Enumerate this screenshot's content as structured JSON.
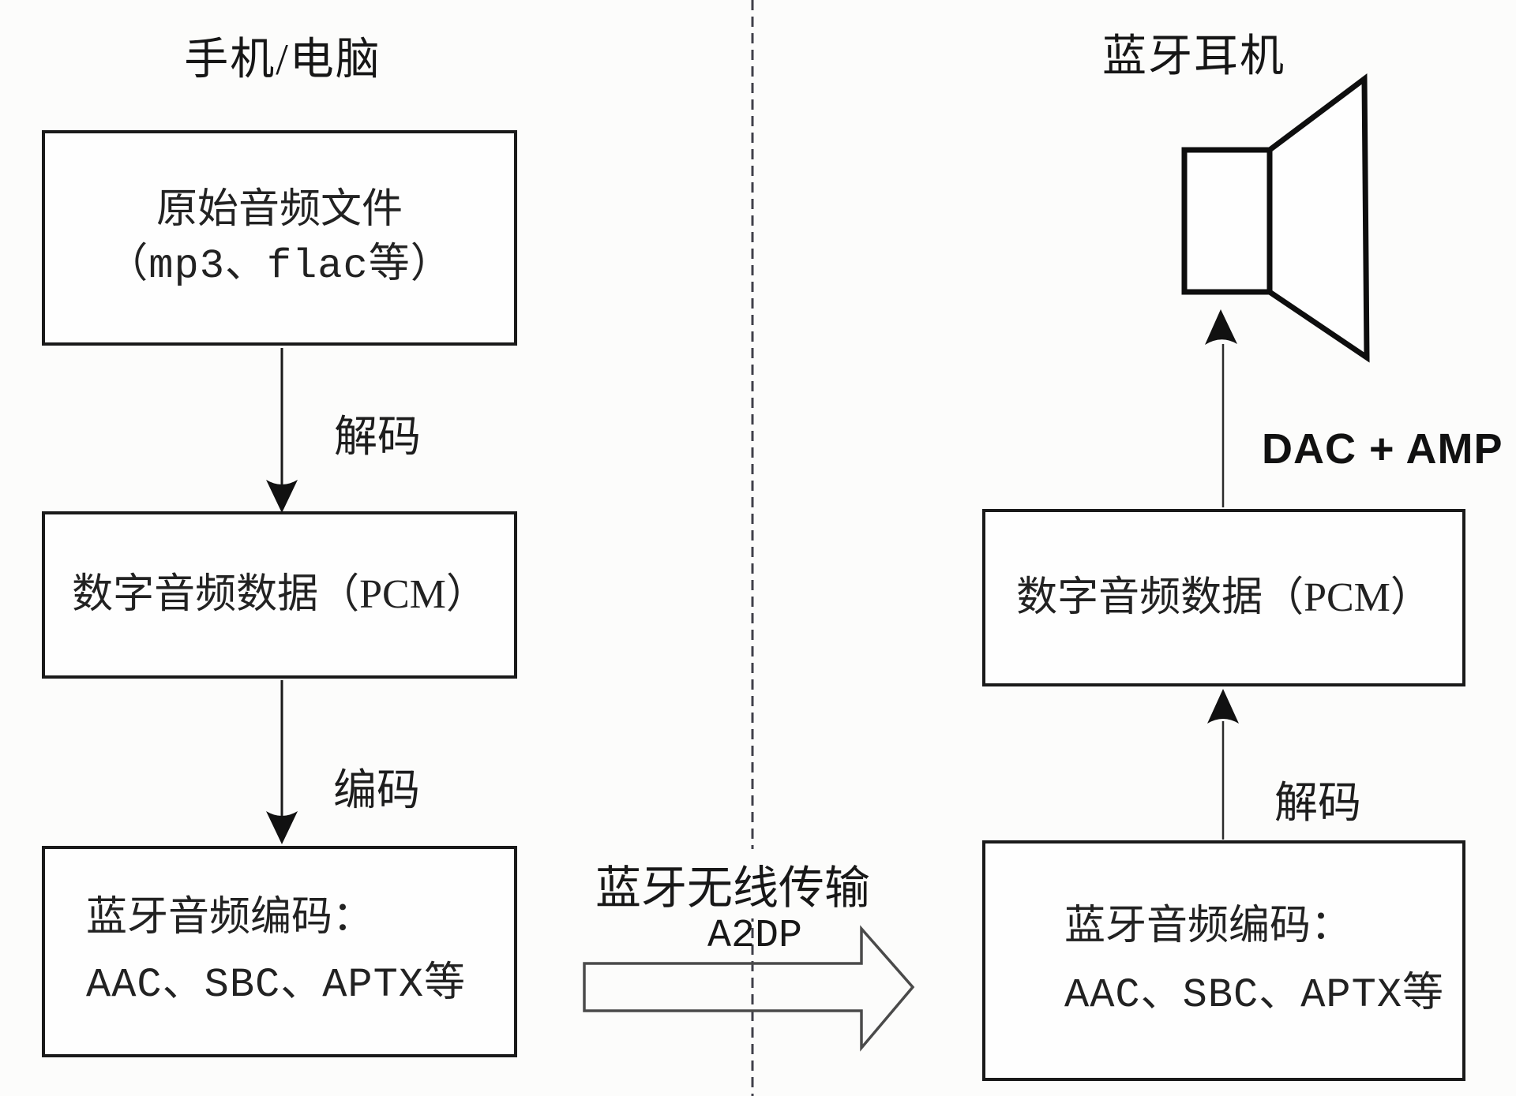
{
  "diagram": {
    "left_panel": {
      "title": "手机/电脑",
      "source_box": {
        "line1": "原始音频文件",
        "line2": "（mp3、flac等）"
      },
      "pcm_box": {
        "line1": "数字音频数据（PCM）"
      },
      "codec_box": {
        "line1": "蓝牙音频编码：",
        "line2": "AAC、SBC、APTX等"
      },
      "decode_label": "解码",
      "encode_label": "编码"
    },
    "middle": {
      "transfer_label": "蓝牙无线传输",
      "protocol_label": "A2DP"
    },
    "right_panel": {
      "title": "蓝牙耳机",
      "pcm_box": {
        "line1": "数字音频数据（PCM）"
      },
      "codec_box": {
        "line1": "蓝牙音频编码：",
        "line2": "AAC、SBC、APTX等"
      },
      "decode_label": "解码",
      "dac_label": "DAC + AMP"
    },
    "icons": {
      "speaker": "speaker-icon",
      "transfer_arrow": "right-block-arrow-icon"
    },
    "colors": {
      "ink": "#1a1a1a",
      "divider": "#40404a",
      "block_arrow_outline": "#4a4a4a",
      "background": "#fcfcfb"
    }
  }
}
